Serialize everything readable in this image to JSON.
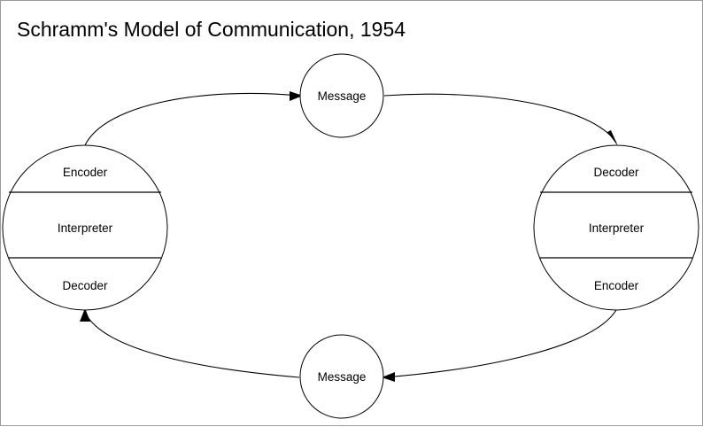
{
  "title": "Schramm's Model of Communication, 1954",
  "colors": {
    "background": "#ffffff",
    "stroke": "#000000",
    "text": "#000000",
    "border": "#9a9a9a"
  },
  "diagram": {
    "type": "cyclical-communication-model",
    "left_party": {
      "name": "left-communicator",
      "segments": [
        {
          "key": "encoder",
          "label": "Encoder"
        },
        {
          "key": "interpreter",
          "label": "Interpreter"
        },
        {
          "key": "decoder",
          "label": "Decoder"
        }
      ]
    },
    "right_party": {
      "name": "right-communicator",
      "segments": [
        {
          "key": "decoder",
          "label": "Decoder"
        },
        {
          "key": "interpreter",
          "label": "Interpreter"
        },
        {
          "key": "encoder",
          "label": "Encoder"
        }
      ]
    },
    "messages": [
      {
        "key": "top-message",
        "label": "Message",
        "direction": "left-to-right"
      },
      {
        "key": "bottom-message",
        "label": "Message",
        "direction": "right-to-left"
      }
    ],
    "flows": [
      {
        "key": "flow-left-encoder-to-top-message",
        "from": "Encoder",
        "to": "Message",
        "arrow": true
      },
      {
        "key": "flow-top-message-to-right-decoder",
        "from": "Message",
        "to": "Decoder",
        "arrow": true
      },
      {
        "key": "flow-right-encoder-to-bottom-message",
        "from": "Encoder",
        "to": "Message",
        "arrow": false
      },
      {
        "key": "flow-bottom-message-to-left-decoder",
        "from": "Message",
        "to": "Decoder",
        "arrow": true
      }
    ]
  }
}
